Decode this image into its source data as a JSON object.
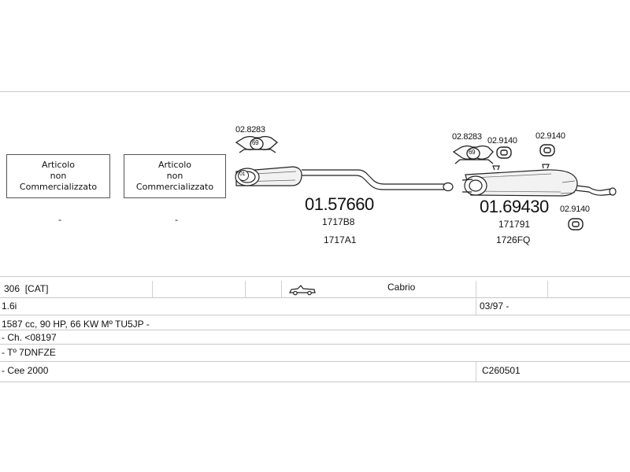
{
  "not_available": {
    "line1": "Articolo",
    "line2": "non",
    "line3": "Commercializzato"
  },
  "not_available_marks": [
    "-",
    "-"
  ],
  "clamps": {
    "front": {
      "code": "02.8283",
      "badge": "69"
    },
    "rear_1": {
      "code": "02.8283",
      "badge": "69"
    },
    "rear_2": {
      "code": "02.9140"
    },
    "rear_3": {
      "code": "02.9140"
    },
    "rear_4": {
      "code": "02.9140"
    }
  },
  "parts": {
    "front_silencer": {
      "code": "01.57660",
      "refs": [
        "1717B8",
        "1717A1"
      ],
      "pipe_badge": "01"
    },
    "rear_silencer": {
      "code": "01.69430",
      "refs": [
        "171791",
        "1726FQ"
      ]
    }
  },
  "vehicle": {
    "model": "306  [CAT]",
    "body_icon": "convertible-car-icon",
    "body": "Cabrio",
    "engine": "1.6i",
    "date": "03/97 -",
    "specs": "1587 cc, 90 HP, 66 KW Mº TU5JP -",
    "chassis": "- Ch. <08197",
    "type": "- Tº 7DNFZE",
    "approval": "- Cee 2000",
    "reference": "C260501"
  }
}
